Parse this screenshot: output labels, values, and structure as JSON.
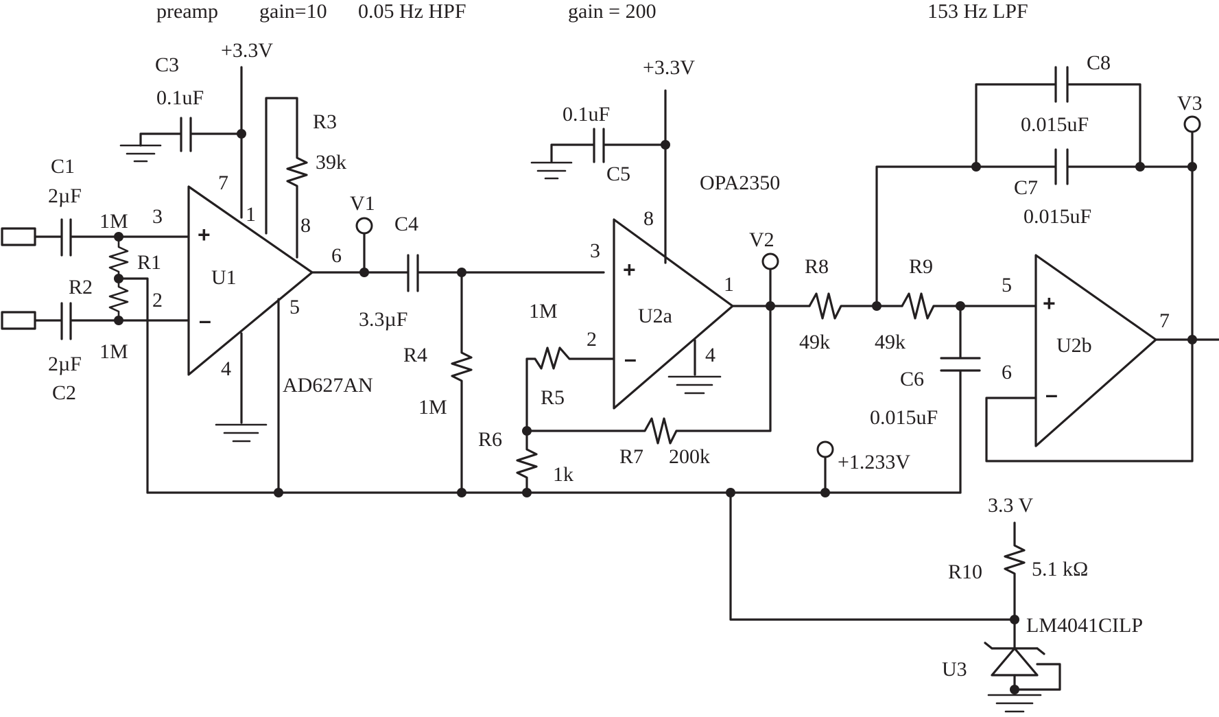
{
  "headings": {
    "preamp": "preamp",
    "gain10": "gain=10",
    "hpf": "0.05 Hz HPF",
    "gain200": "gain = 200",
    "lpf": "153 Hz LPF"
  },
  "supplies": {
    "u1_vcc": "+3.3V",
    "u2_vcc": "+3.3V",
    "ref_supply": "3.3 V",
    "vref": "+1.233V"
  },
  "parts": {
    "U1": "U1",
    "U1_part": "AD627AN",
    "U2a": "U2a",
    "U2b": "U2b",
    "U2_part": "OPA2350",
    "U3": "U3",
    "U3_part": "LM4041CILP",
    "C1": "C1",
    "C1_val": "2µF",
    "C2": "C2",
    "C2_val": "2µF",
    "C3": "C3",
    "C3_val": "0.1uF",
    "C4": "C4",
    "C4_val": "3.3µF",
    "C5": "C5",
    "C5_val": "0.1uF",
    "C6": "C6",
    "C6_val": "0.015uF",
    "C7": "C7",
    "C7_val": "0.015uF",
    "C8": "C8",
    "C8_val": "0.015uF",
    "R1": "R1",
    "R1_val": "1M",
    "R2": "R2",
    "R2_val": "1M",
    "R3": "R3",
    "R3_val": "39k",
    "R4": "R4",
    "R4_val": "1M",
    "R5": "R5",
    "R5_val": "1M",
    "R6": "R6",
    "R6_val": "1k",
    "R7": "R7",
    "R7_val": "200k",
    "R8": "R8",
    "R8_val": "49k",
    "R9": "R9",
    "R9_val": "49k",
    "R10": "R10",
    "R10_val": "5.1 kΩ"
  },
  "pins": {
    "u1_p3": "3",
    "u1_p2": "2",
    "u1_p7": "7",
    "u1_p1": "1",
    "u1_p8": "8",
    "u1_p6": "6",
    "u1_p5": "5",
    "u1_p4": "4",
    "u2a_p3": "3",
    "u2a_p2": "2",
    "u2a_p8": "8",
    "u2a_p1": "1",
    "u2a_p4": "4",
    "u2b_p5": "5",
    "u2b_p6": "6",
    "u2b_p7": "7"
  },
  "nodes": {
    "V1": "V1",
    "V2": "V2",
    "V3": "V3"
  },
  "symbols": {
    "plus": "+",
    "minus": "–"
  }
}
